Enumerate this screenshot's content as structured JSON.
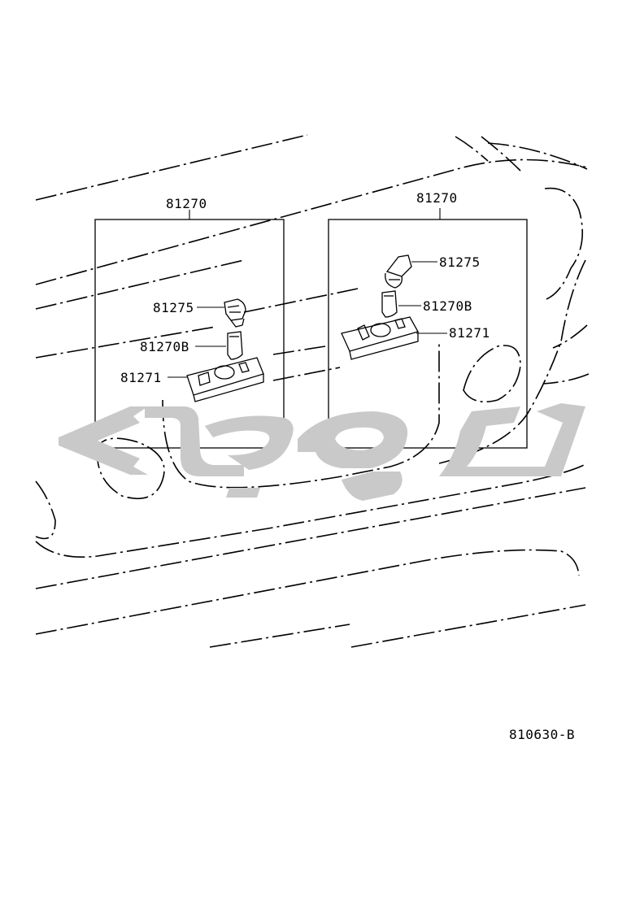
{
  "diagram": {
    "left_group": {
      "assembly": "81270",
      "socket": "81275",
      "bulb": "81270B",
      "lens": "81271"
    },
    "right_group": {
      "assembly": "81270",
      "socket": "81275",
      "bulb": "81270B",
      "lens": "81271"
    },
    "reference_code": "810630-B"
  },
  "watermark": {
    "brand": "watermark-logo",
    "color": "#c9c9c9"
  }
}
